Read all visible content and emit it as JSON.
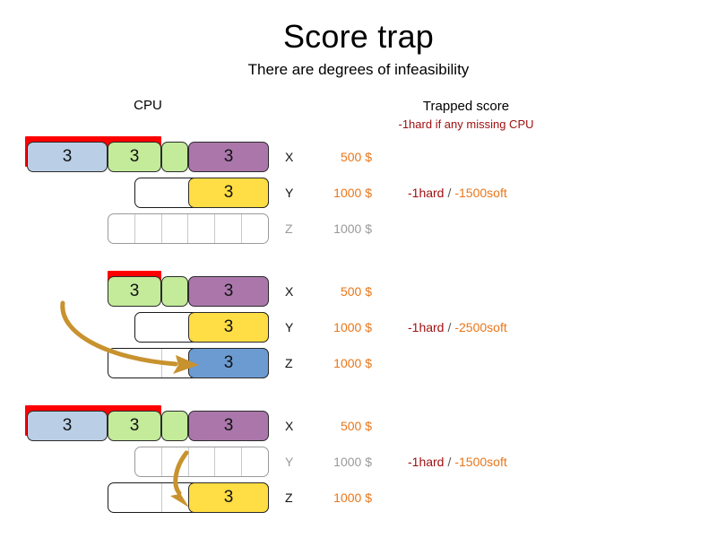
{
  "title": "Score trap",
  "subtitle": "There are degrees of infeasibility",
  "headers": {
    "cpu": "CPU",
    "trapped_score": "Trapped score",
    "trapped_rule": "-1hard if any missing CPU"
  },
  "value_label": "3",
  "groups": [
    {
      "id": "group-1",
      "score": {
        "hard": "-1hard",
        "separator": "/",
        "soft": "-1500soft"
      },
      "rows": [
        {
          "label": "X",
          "price": "500 $",
          "active": true
        },
        {
          "label": "Y",
          "price": "1000 $",
          "active": true
        },
        {
          "label": "Z",
          "price": "1000 $",
          "active": false
        }
      ]
    },
    {
      "id": "group-2",
      "score": {
        "hard": "-1hard",
        "separator": "/",
        "soft": "-2500soft"
      },
      "rows": [
        {
          "label": "X",
          "price": "500 $",
          "active": true
        },
        {
          "label": "Y",
          "price": "1000 $",
          "active": true
        },
        {
          "label": "Z",
          "price": "1000 $",
          "active": true
        }
      ]
    },
    {
      "id": "group-3",
      "score": {
        "hard": "-1hard",
        "separator": "/",
        "soft": "-1500soft"
      },
      "rows": [
        {
          "label": "X",
          "price": "500 $",
          "active": true
        },
        {
          "label": "Y",
          "price": "1000 $",
          "active": false
        },
        {
          "label": "Z",
          "price": "1000 $",
          "active": true
        }
      ]
    }
  ],
  "colors": {
    "blue_process": "#bacfe6",
    "green_process": "#c3eb9a",
    "purple_process": "#ab77ab",
    "yellow_process": "#ffdd44",
    "steel_process": "#6c9bd2",
    "overload_red": "#ff0000",
    "price_orange": "#e8761a",
    "hard_red": "#a01010",
    "inactive_gray": "#9a9a9a",
    "arrow_gold": "#c8922e"
  }
}
